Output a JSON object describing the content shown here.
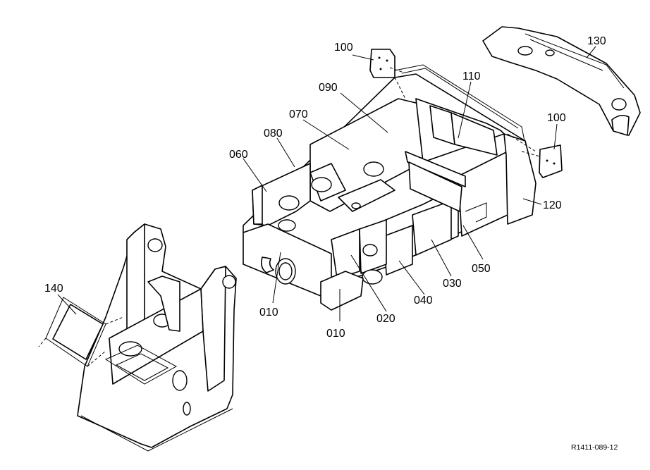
{
  "callouts": [
    {
      "id": "100a",
      "text": "100"
    },
    {
      "id": "130",
      "text": "130"
    },
    {
      "id": "110",
      "text": "110"
    },
    {
      "id": "090",
      "text": "090"
    },
    {
      "id": "070",
      "text": "070"
    },
    {
      "id": "100b",
      "text": "100"
    },
    {
      "id": "080",
      "text": "080"
    },
    {
      "id": "060",
      "text": "060"
    },
    {
      "id": "120",
      "text": "120"
    },
    {
      "id": "050",
      "text": "050"
    },
    {
      "id": "030",
      "text": "030"
    },
    {
      "id": "140",
      "text": "140"
    },
    {
      "id": "040",
      "text": "040"
    },
    {
      "id": "010a",
      "text": "010"
    },
    {
      "id": "020",
      "text": "020"
    },
    {
      "id": "010b",
      "text": "010"
    }
  ],
  "drawing_ref": "R1411-089-12"
}
